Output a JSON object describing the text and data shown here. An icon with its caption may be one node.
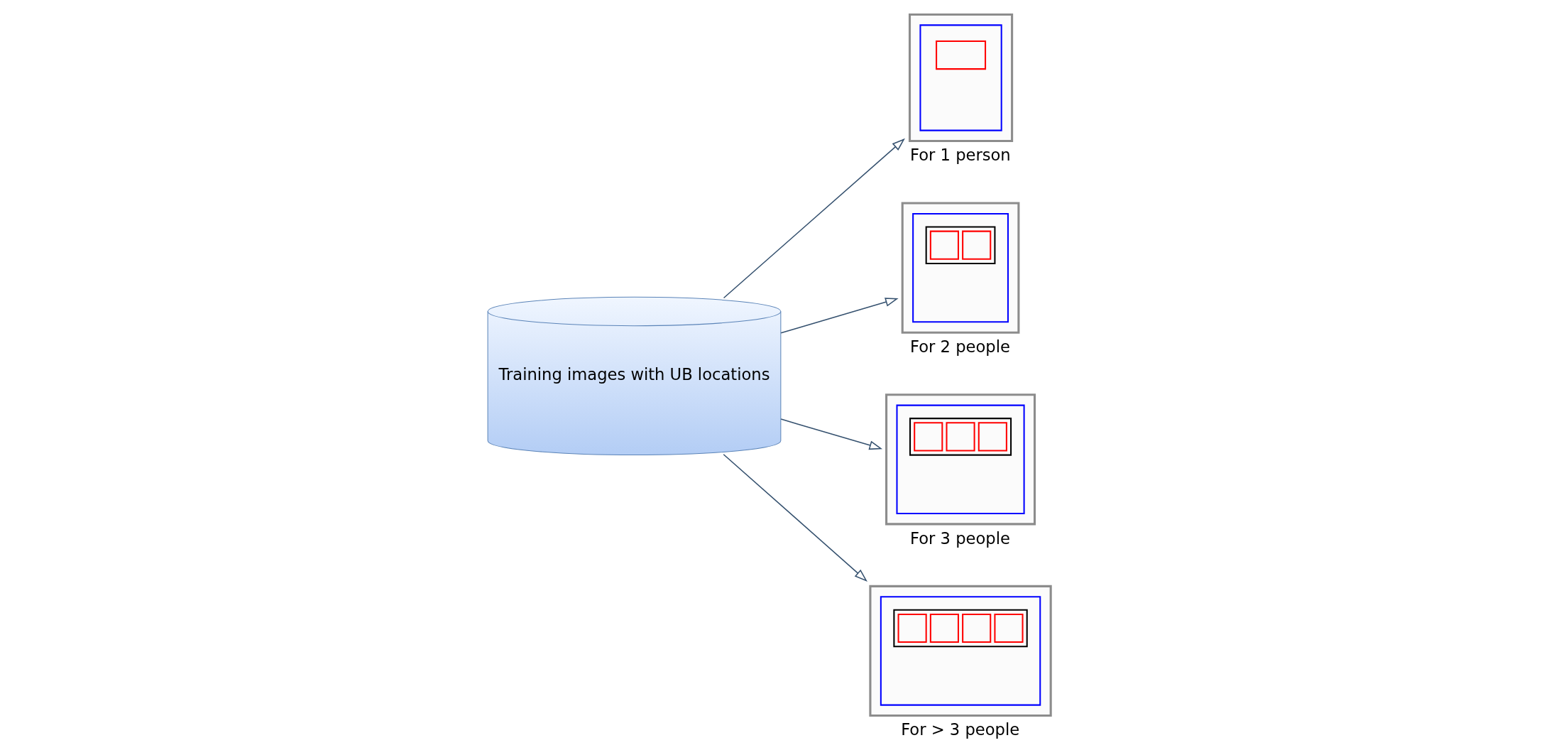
{
  "diagram": {
    "nodes": [
      {
        "text": [
          "Training images with UB locations"
        ]
      },
      {
        "text": [],
        "shape": "picture",
        "beside": [
          "For 1 person"
        ]
      },
      {
        "text": [],
        "shape": "picture",
        "beside": [
          "For 2 people"
        ]
      },
      {
        "text": [],
        "shape": "picture",
        "beside": [
          "For 3 people"
        ]
      },
      {
        "text": [],
        "shape": "picture",
        "beside": [
          "For > 3 people"
        ]
      }
    ],
    "edges": [
      {
        "from": 0,
        "to": 1,
        "arrow": "to"
      },
      {
        "from": 0,
        "to": 2,
        "arrow": "to"
      },
      {
        "from": 0,
        "to": 3,
        "arrow": "to"
      },
      {
        "from": 0,
        "to": 4,
        "arrow": "to"
      }
    ]
  }
}
